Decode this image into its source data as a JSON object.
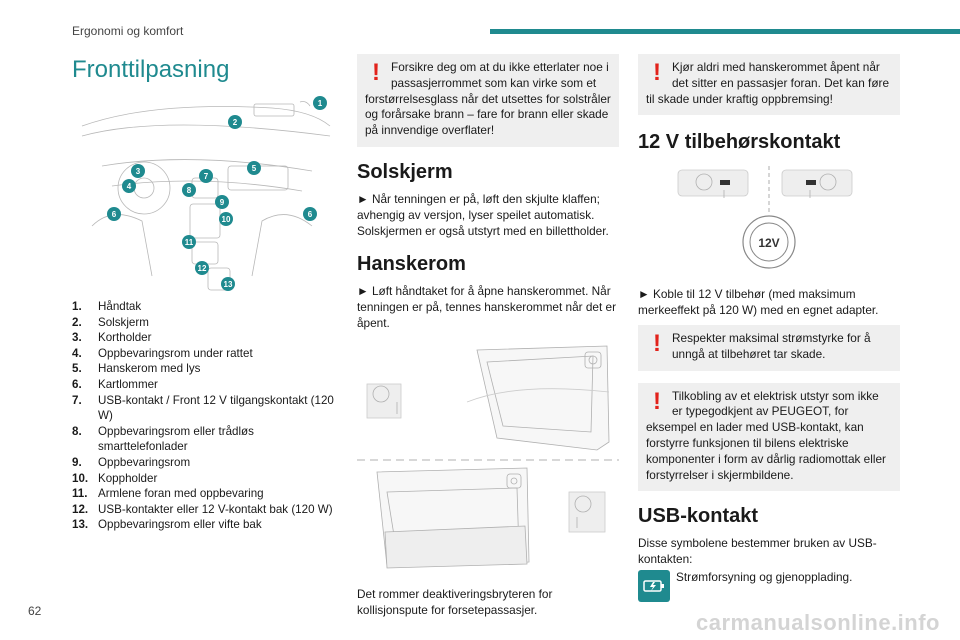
{
  "header": {
    "section": "Ergonomi og komfort",
    "accent_color": "#1f8a8f"
  },
  "page_number": "62",
  "watermark": "carmanualsonline.info",
  "column1": {
    "title": "Fronttilpasning",
    "legend": [
      {
        "num": "1.",
        "text": "Håndtak"
      },
      {
        "num": "2.",
        "text": "Solskjerm"
      },
      {
        "num": "3.",
        "text": "Kortholder"
      },
      {
        "num": "4.",
        "text": "Oppbevaringsrom under rattet"
      },
      {
        "num": "5.",
        "text": "Hanskerom med lys"
      },
      {
        "num": "6.",
        "text": "Kartlommer"
      },
      {
        "num": "7.",
        "text": "USB-kontakt / Front 12 V tilgangskontakt (120 W)"
      },
      {
        "num": "8.",
        "text": "Oppbevaringsrom eller trådløs smarttelefonlader"
      },
      {
        "num": "9.",
        "text": "Oppbevaringsrom"
      },
      {
        "num": "10.",
        "text": "Koppholder"
      },
      {
        "num": "11.",
        "text": "Armlene foran med oppbevaring"
      },
      {
        "num": "12.",
        "text": "USB-kontakter eller 12 V-kontakt bak (120 W)"
      },
      {
        "num": "13.",
        "text": "Oppbevaringsrom eller vifte bak"
      }
    ],
    "callouts": [
      "1",
      "2",
      "3",
      "4",
      "5",
      "6",
      "6",
      "7",
      "8",
      "9",
      "10",
      "11",
      "12",
      "13"
    ]
  },
  "column2": {
    "warning1": "Forsikre deg om at du ikke etterlater noe i passasjerrommet som kan virke som et forstørrelsesglass når det utsettes for solstråler og forårsake brann – fare for brann eller skade på innvendige overflater!",
    "solskjerm_heading": "Solskjerm",
    "solskjerm_text": "► Når tenningen er på, løft den skjulte klaffen; avhengig av versjon, lyser speilet automatisk. Solskjermen er også utstyrt med en billettholder.",
    "hanskerom_heading": "Hanskerom",
    "hanskerom_text": "► Løft håndtaket for å åpne hanskerommet. Når tenningen er på, tennes hanskerommet når det er åpent.",
    "caption": "Det rommer deaktiveringsbryteren for kollisjonspute for forsetepassasjer."
  },
  "column3": {
    "warning2": "Kjør aldri med hanskerommet åpent når det sitter en passasjer foran. Det kan føre til skade under kraftig oppbremsing!",
    "socket_heading": "12 V tilbehørskontakt",
    "socket_label": "12V",
    "socket_text": "► Koble til 12 V tilbehør (med maksimum merkeeffekt på 120 W) med en egnet adapter.",
    "warning3": "Respekter maksimal strømstyrke for å unngå at tilbehøret tar skade.",
    "warning4": "Tilkobling av et elektrisk utstyr som ikke er typegodkjent av PEUGEOT, for eksempel en lader med USB-kontakt, kan forstyrre funksjonen til bilens elektriske komponenter i form av dårlig radiomottak eller forstyrrelser i skjermbildene.",
    "usb_heading": "USB-kontakt",
    "usb_text": "Disse symbolene bestemmer bruken av USB-kontakten:",
    "usb_item": "Strømforsyning og gjenopplading."
  },
  "warning_mark": "!"
}
